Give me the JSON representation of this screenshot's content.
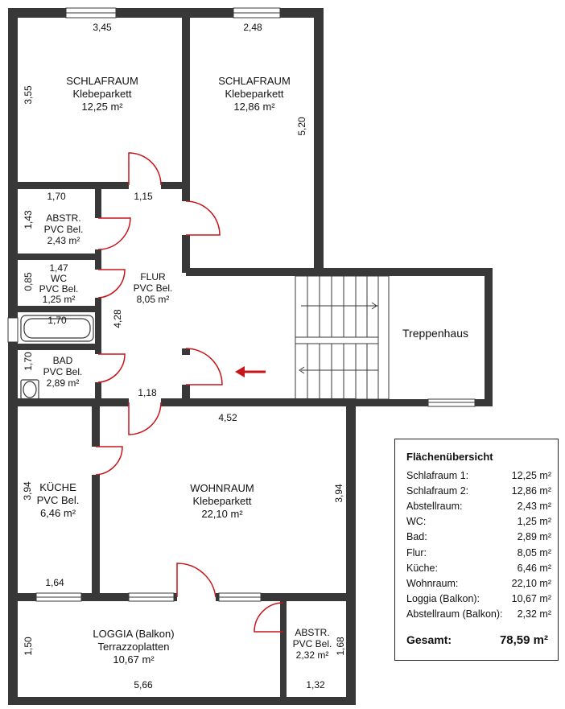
{
  "rooms": {
    "schlafraum1": {
      "name": "SCHLAFRAUM",
      "floor": "Klebeparkett",
      "area": "12,25 m²"
    },
    "schlafraum2": {
      "name": "SCHLAFRAUM",
      "floor": "Klebeparkett",
      "area": "12,86 m²"
    },
    "abstr": {
      "name": "ABSTR.",
      "floor": "PVC Bel.",
      "area": "2,43 m²"
    },
    "wc": {
      "dim": "1,47",
      "name": "WC",
      "floor": "PVC Bel.",
      "area": "1,25 m²"
    },
    "flur": {
      "name": "FLUR",
      "floor": "PVC Bel.",
      "area": "8,05 m²"
    },
    "bad": {
      "name": "BAD",
      "floor": "PVC Bel.",
      "area": "2,89 m²"
    },
    "kueche": {
      "name": "KÜCHE",
      "floor": "PVC Bel.",
      "area": "6,46 m²"
    },
    "wohnraum": {
      "name": "WOHNRAUM",
      "floor": "Klebeparkett",
      "area": "22,10 m²"
    },
    "loggia": {
      "name": "LOGGIA (Balkon)",
      "floor": "Terrazzoplatten",
      "area": "10,67 m²"
    },
    "abstr_balkon": {
      "name": "ABSTR.",
      "floor": "PVC Bel.",
      "area": "2,32 m²"
    },
    "treppenhaus": {
      "name": "Treppenhaus"
    }
  },
  "dimensions": {
    "d345": "3,45",
    "d248": "2,48",
    "d355": "3,55",
    "d520": "5,20",
    "d170a": "1,70",
    "d115": "1,15",
    "d143": "1,43",
    "d085": "0,85",
    "d170b": "1,70",
    "d170c": "1,70",
    "d428": "4,28",
    "d118": "1,18",
    "d452": "4,52",
    "d394a": "3,94",
    "d394b": "3,94",
    "d164": "1,64",
    "d150": "1,50",
    "d566": "5,66",
    "d168": "1,68",
    "d132": "1,32"
  },
  "summary": {
    "title": "Flächenübersicht",
    "rows": [
      {
        "label": "Schlafraum 1:",
        "value": "12,25 m²"
      },
      {
        "label": "Schlafraum 2:",
        "value": "12,86 m²"
      },
      {
        "label": "Abstellraum:",
        "value": "2,43 m²"
      },
      {
        "label": "WC:",
        "value": "1,25 m²"
      },
      {
        "label": "Bad:",
        "value": "2,89 m²"
      },
      {
        "label": "Flur:",
        "value": "8,05 m²"
      },
      {
        "label": "Küche:",
        "value": "6,46 m²"
      },
      {
        "label": "Wohnraum:",
        "value": "22,10 m²"
      },
      {
        "label": "Loggia (Balkon):",
        "value": "10,67 m²"
      },
      {
        "label": "Abstellraum (Balkon):",
        "value": "2,32 m²"
      }
    ],
    "total_label": "Gesamt:",
    "total_value": "78,59 m²"
  },
  "colors": {
    "wall": "#383838",
    "door": "#c8151b"
  }
}
